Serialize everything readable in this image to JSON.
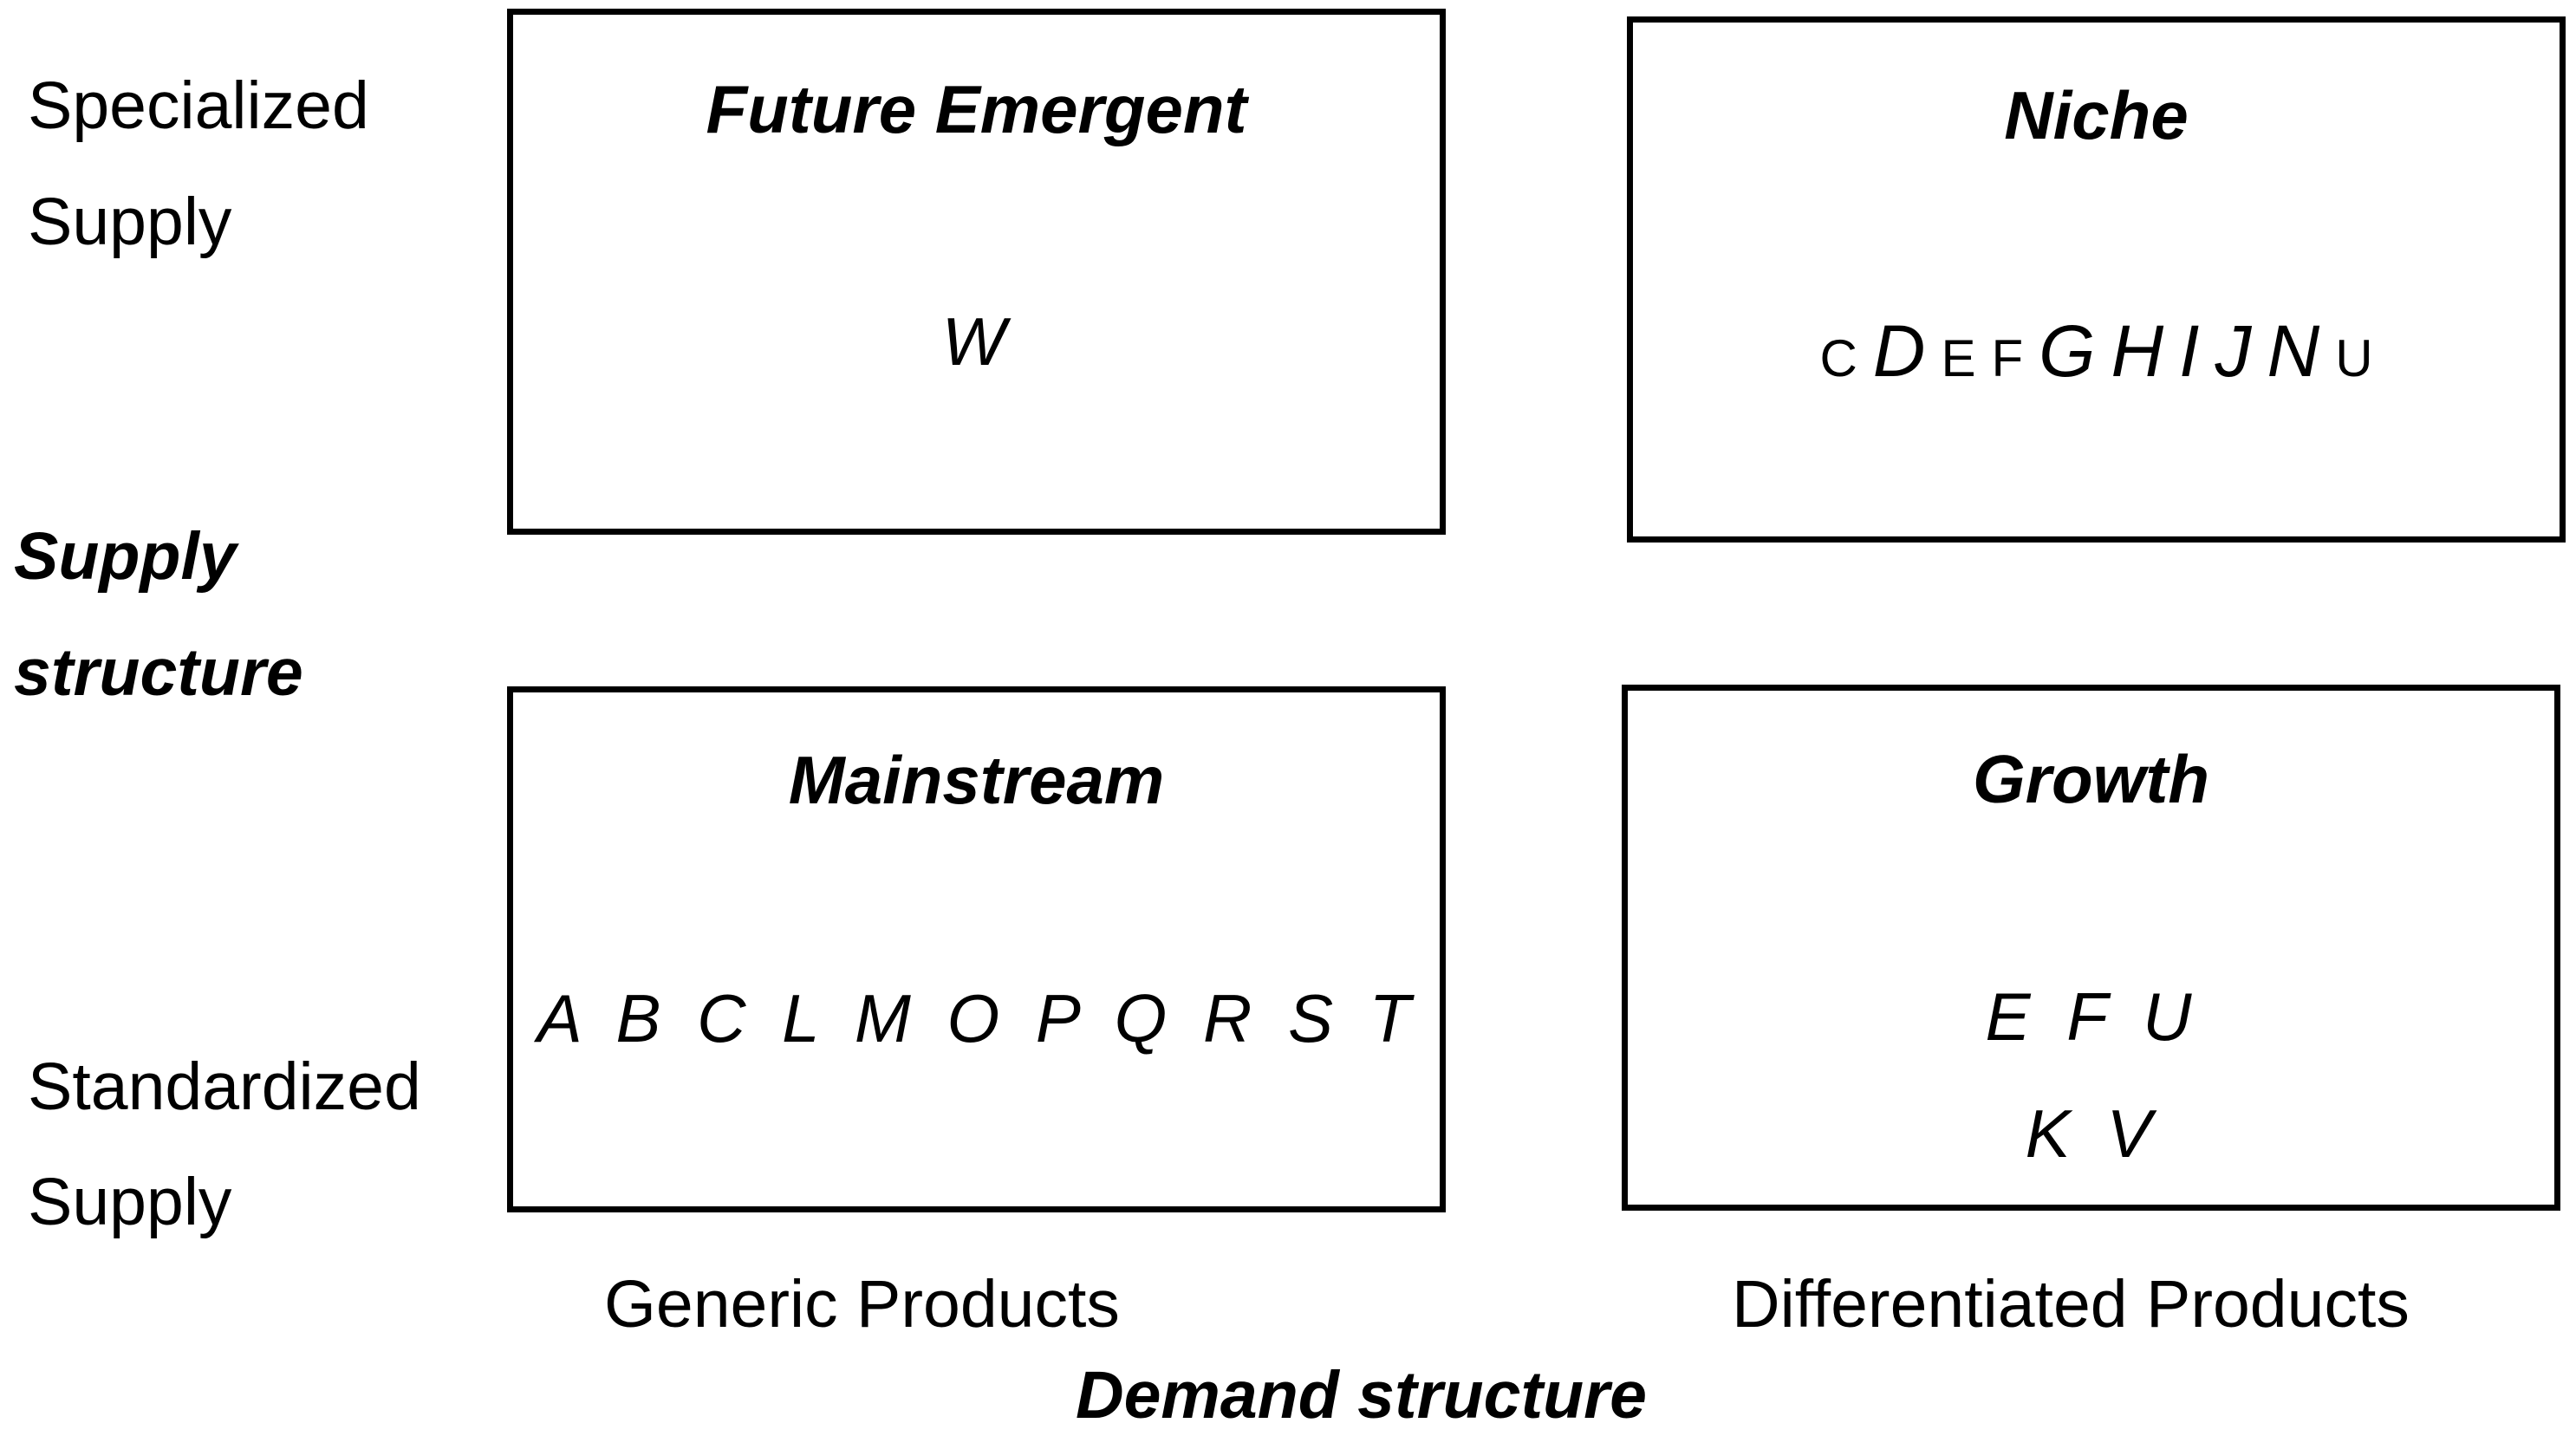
{
  "supply_axis": {
    "title_line1": "Supply",
    "title_line2": "structure",
    "top_label_line1": "Specialized",
    "top_label_line2": "Supply",
    "bottom_label_line1": "Standardized",
    "bottom_label_line2": "Supply"
  },
  "demand_axis": {
    "title": "Demand structure",
    "left_label": "Generic Products",
    "right_label": "Differentiated Products"
  },
  "quadrants": {
    "future_emergent": {
      "title": "Future Emergent",
      "items": "W"
    },
    "niche": {
      "title": "Niche",
      "items": [
        {
          "letter": "C",
          "style": "small"
        },
        {
          "letter": "D",
          "style": "big"
        },
        {
          "letter": "E",
          "style": "small"
        },
        {
          "letter": "F",
          "style": "small"
        },
        {
          "letter": "G",
          "style": "big"
        },
        {
          "letter": "H",
          "style": "big"
        },
        {
          "letter": "I",
          "style": "big"
        },
        {
          "letter": "J",
          "style": "big"
        },
        {
          "letter": "N",
          "style": "big"
        },
        {
          "letter": "U",
          "style": "small"
        }
      ]
    },
    "mainstream": {
      "title": "Mainstream",
      "items": "A B C L M O P Q R S T"
    },
    "growth": {
      "title": "Growth",
      "items_line1": "E F U",
      "items_line2": "K V"
    }
  }
}
